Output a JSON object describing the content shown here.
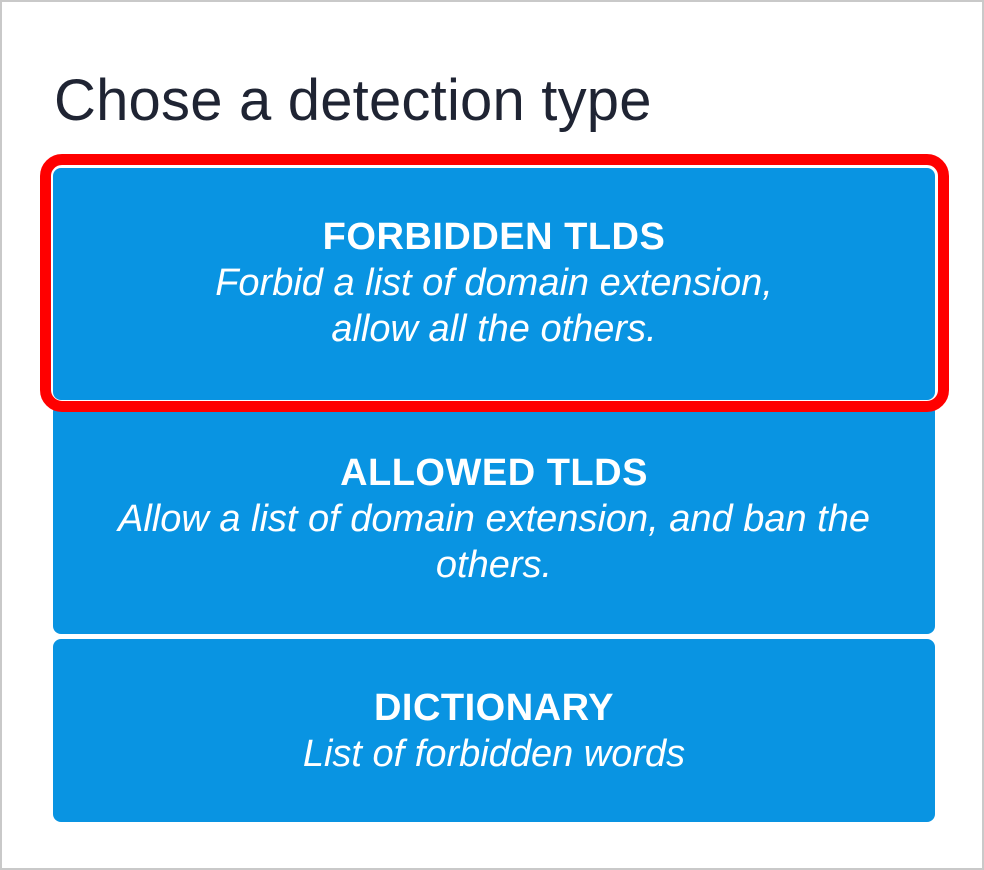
{
  "heading": "Chose a detection type",
  "options": [
    {
      "title": "FORBIDDEN TLDS",
      "description": "Forbid a list of domain extension, allow all the others.",
      "highlighted": true
    },
    {
      "title": "ALLOWED TLDS",
      "description": "Allow a list of domain extension, and ban the others.",
      "highlighted": false
    },
    {
      "title": "DICTIONARY",
      "description": "List of forbidden words",
      "highlighted": false
    }
  ],
  "colors": {
    "option_background": "#0994e2",
    "highlight_border": "#ff0000",
    "heading_text": "#1f2433"
  }
}
